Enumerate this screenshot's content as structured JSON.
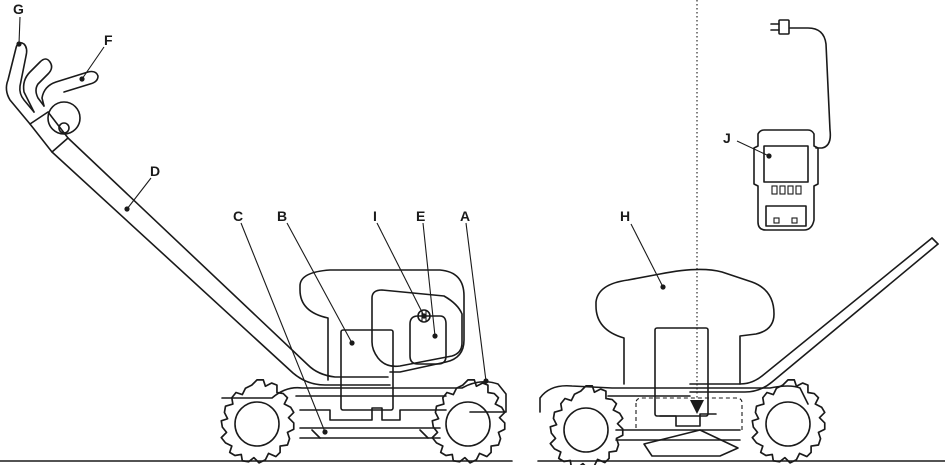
{
  "labels": {
    "A": "A",
    "B": "B",
    "C": "C",
    "D": "D",
    "E": "E",
    "F": "F",
    "G": "G",
    "H": "H",
    "I": "I",
    "J": "J"
  }
}
